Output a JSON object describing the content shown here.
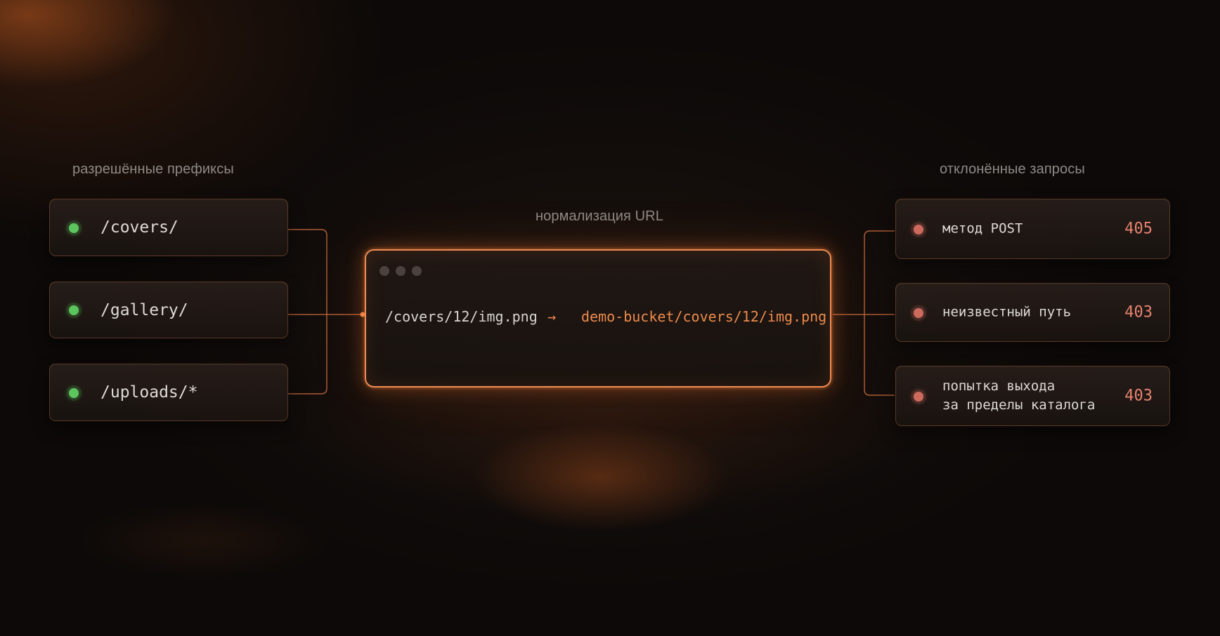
{
  "labels": {
    "allowed": "разрешённые префиксы",
    "normalize": "нормализация URL",
    "rejected": "отклонённые запросы"
  },
  "allowed_prefixes": [
    {
      "path": "/covers/",
      "status": "allowed"
    },
    {
      "path": "/gallery/",
      "status": "allowed"
    },
    {
      "path": "/uploads/*",
      "status": "allowed"
    }
  ],
  "normalization": {
    "input": "/covers/12/img.png",
    "arrow": "→",
    "output": "demo-bucket/covers/12/img.png"
  },
  "rejected_requests": [
    {
      "reason": "метод POST",
      "code": "405"
    },
    {
      "reason": "неизвестный путь",
      "code": "403"
    },
    {
      "reason": "попытка выхода\nза пределы каталога",
      "code": "403"
    }
  ],
  "colors": {
    "accent": "#f08a50",
    "allowed_dot": "#5cc55d",
    "rejected_dot": "#cd6a5e",
    "code_text": "#e8836f",
    "output_text": "#ee8a4c"
  }
}
